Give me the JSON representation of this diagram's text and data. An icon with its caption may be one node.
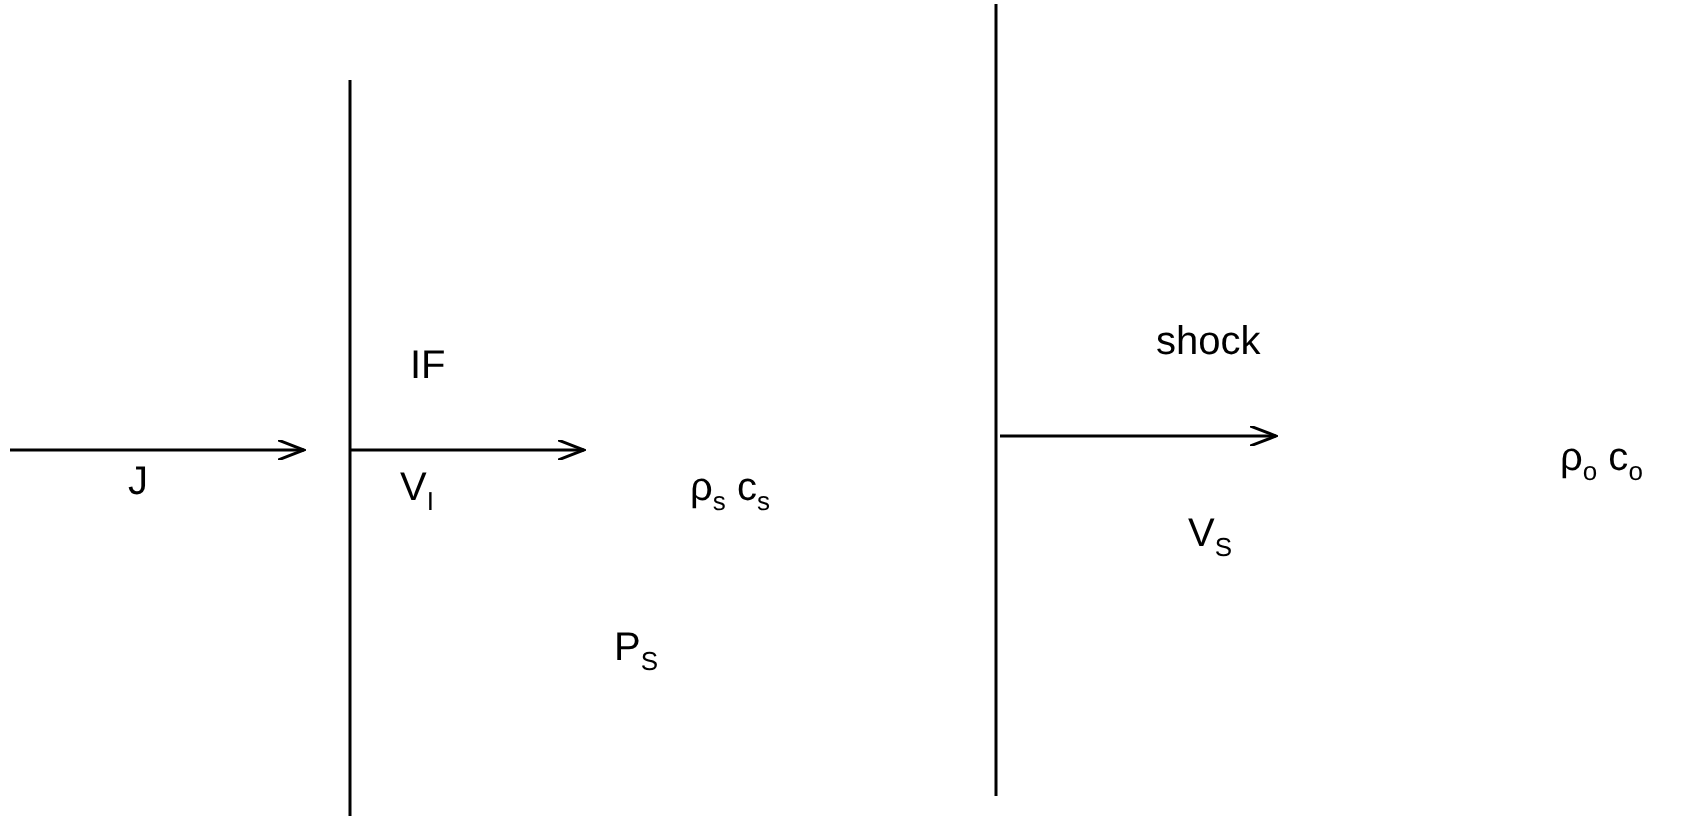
{
  "diagram": {
    "labels": [
      "IF",
      "shock",
      "ρ$_{o}$ c$_{o}$",
      "J",
      "V$_{I}$",
      "ρ$_{s}$ c$_{s}$",
      "V$_{S}$",
      "P$_{S}$"
    ]
  }
}
